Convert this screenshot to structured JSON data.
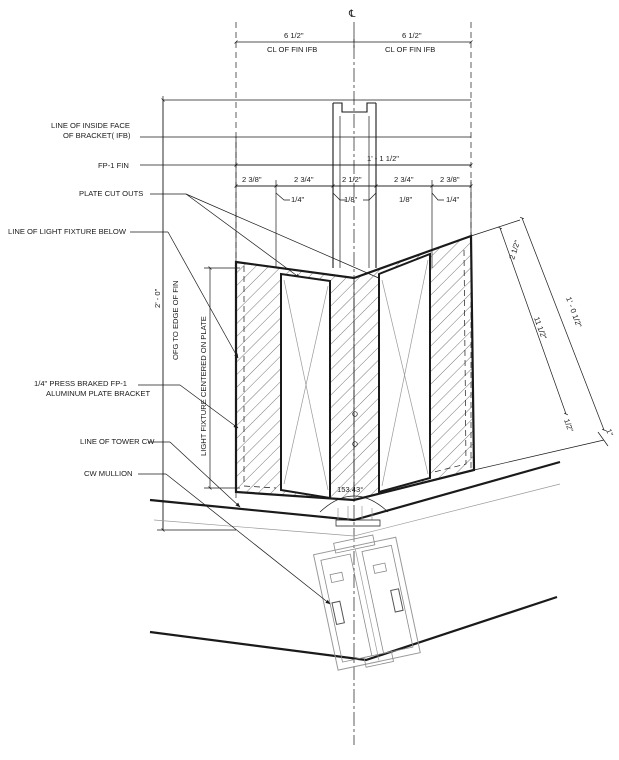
{
  "centerline_symbol": "℄",
  "top_dims": {
    "left_value": "6 1/2\"",
    "left_note": "CL OF FIN IFB",
    "right_value": "6 1/2\"",
    "right_note": "CL OF FIN IFB"
  },
  "row_dims": {
    "overall": "1' - 1 1/2\"",
    "seg1": "2 3/8\"",
    "seg2": "2 3/4\"",
    "seg3": "2 1/2\"",
    "seg4": "2 3/4\"",
    "seg5": "2 3/8\"",
    "sub1": "1/4\"",
    "sub2": "1/8\"",
    "sub3": "1/8\"",
    "sub4": "1/4\""
  },
  "left_labels": {
    "inside_face_line1": "LINE OF INSIDE FACE",
    "inside_face_line2": "OF BRACKET( IFB)",
    "fin": "FP-1 FIN",
    "cutouts": "PLATE CUT OUTS",
    "fixture": "LINE OF LIGHT FIXTURE BELOW",
    "bracket_line1": "1/4\"  PRESS BRAKED FP-1",
    "bracket_line2": "ALUMINUM  PLATE BRACKET",
    "tower": "LINE OF TOWER CW",
    "mullion": "CW MULLION"
  },
  "vertical_dims": {
    "overall": "2' - 0\"",
    "overall_note": "OFG TO EDGE OF FIN",
    "fixture_note": "LIGHT FIXTURE CENTERED ON PLATE"
  },
  "right_dims": {
    "top_small": "2 1/2\"",
    "overall": "1' - 0 1/2\"",
    "middle": "11 1/2\"",
    "bottom_small": "1/2\"",
    "edge": "1\""
  },
  "angle": "153.43°"
}
